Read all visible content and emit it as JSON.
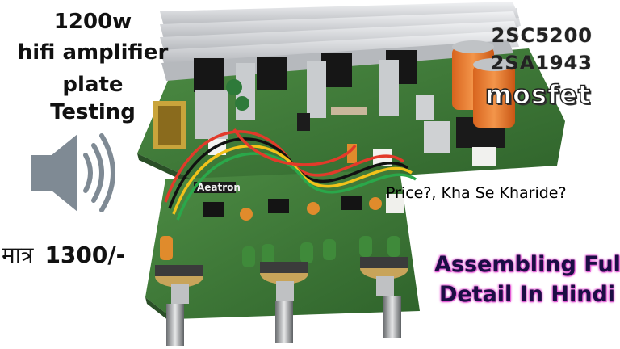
{
  "title_lines": [
    "1200w",
    "hifi amplifier",
    "plate",
    "Testing"
  ],
  "transistors": [
    "2SC5200",
    "2SA1943"
  ],
  "mosfet_label": "mosfet",
  "price_question": "Price?, Kha Se Kharide?",
  "price": {
    "prefix": "मात्र",
    "amount": "1300/-"
  },
  "assemble_lines": [
    "Assembling Full",
    "Detail In Hindi"
  ],
  "board_brand": "Aeatron",
  "icons": {
    "speaker": "speaker-volume-icon"
  },
  "colors": {
    "board_green": "#3f7a38",
    "heatsink": "#c9ccd0",
    "capacitor": "#e8792a",
    "glow": "#e55fd6"
  }
}
